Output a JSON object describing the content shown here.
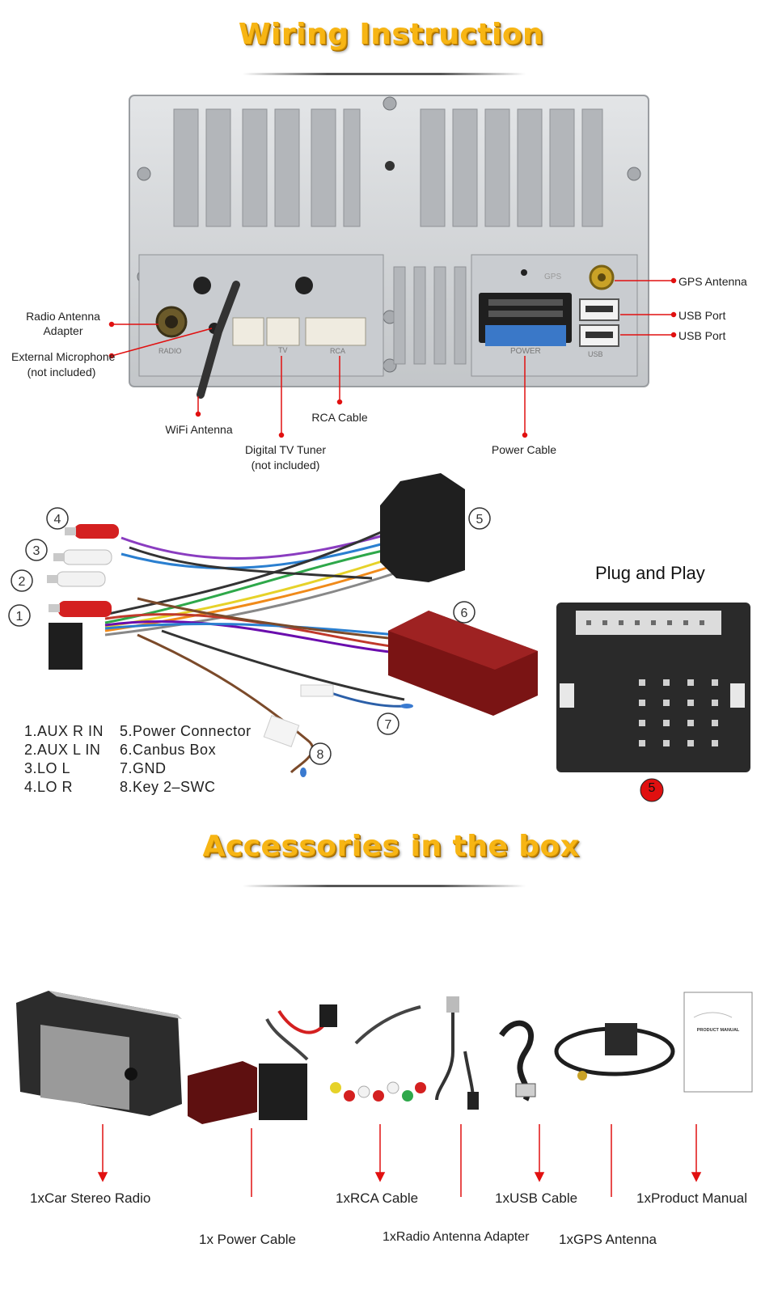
{
  "wiring": {
    "title": "Wiring Instruction",
    "labels": {
      "radio_antenna_adapter": "Radio Antenna\nAdapter",
      "external_microphone": "External Microphone",
      "external_microphone_note": "(not included)",
      "wifi_antenna": "WiFi Antenna",
      "digital_tv_tuner": "Digital TV Tuner",
      "digital_tv_tuner_note": "(not included)",
      "rca_cable": "RCA Cable",
      "power_cable": "Power Cable",
      "gps_antenna": "GPS Antenna",
      "usb_port_1": "USB Port",
      "usb_port_2": "USB Port"
    },
    "panel_marks": {
      "radio": "RADIO",
      "tv": "TV",
      "rca": "RCA",
      "power": "POWER",
      "gps": "GPS",
      "usb": "USB"
    }
  },
  "harness": {
    "numbers": [
      "①",
      "②",
      "③",
      "④",
      "⑤",
      "⑥",
      "⑦",
      "⑧"
    ],
    "legend_left": [
      "1.AUX R IN",
      "2.AUX L IN",
      "3.LO L",
      "4.LO R"
    ],
    "legend_right": [
      "5.Power Connector",
      "6.Canbus Box",
      "7.GND",
      "8.Key 2–SWC"
    ],
    "plug_and_play": "Plug and Play",
    "plug_badge": "5"
  },
  "accessories": {
    "title": "Accessories in the box",
    "items": [
      "1xCar Stereo Radio",
      "1x Power Cable",
      "1xRCA Cable",
      "1xRadio Antenna Adapter",
      "1xUSB Cable",
      "1xGPS Antenna",
      "1xProduct Manual"
    ],
    "manual_cover": "PRODUCT MANUAL"
  },
  "colors": {
    "title": "#f7b514",
    "pointer": "#e11010",
    "panel": "#d4d6d8"
  }
}
